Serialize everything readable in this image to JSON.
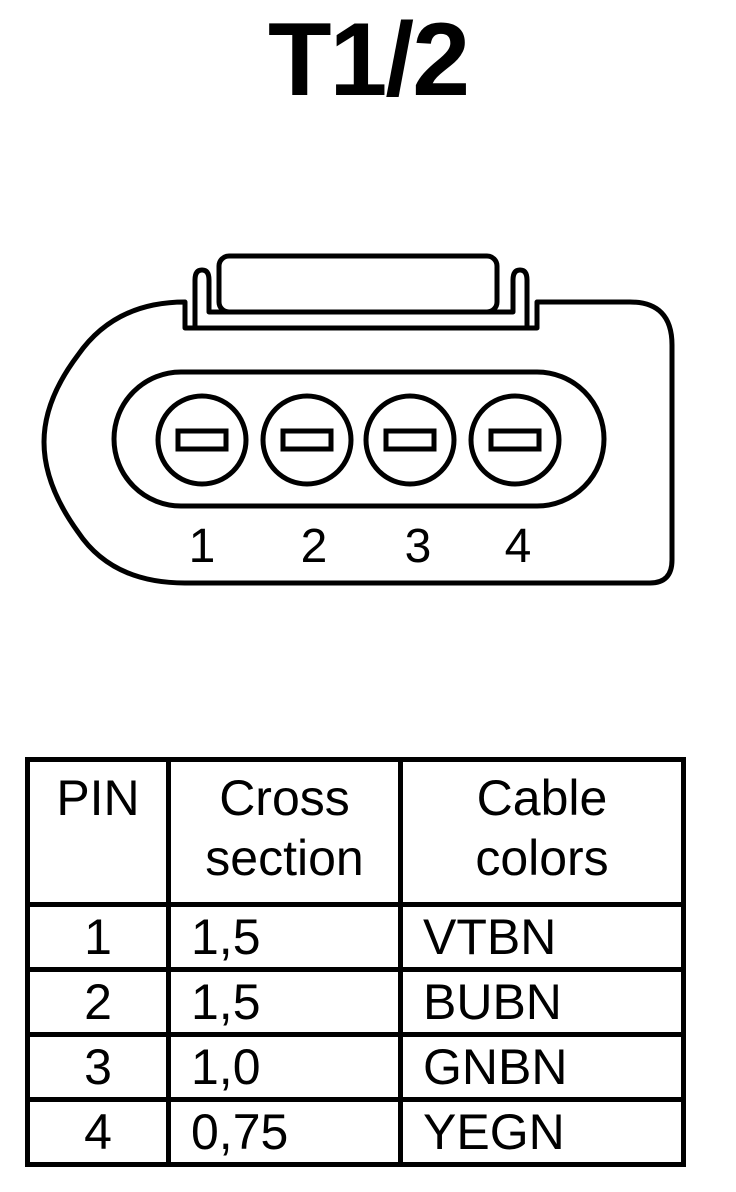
{
  "title": "T1/2",
  "connector": {
    "pin_labels": [
      "1",
      "2",
      "3",
      "4"
    ]
  },
  "table": {
    "headers": {
      "pin": [
        "PIN"
      ],
      "cross_section": [
        "Cross",
        "section"
      ],
      "cable_colors": [
        "Cable",
        "colors"
      ]
    },
    "rows": [
      {
        "pin": "1",
        "cross_section": "1,5",
        "cable_colors": "VTBN"
      },
      {
        "pin": "2",
        "cross_section": "1,5",
        "cable_colors": "BUBN"
      },
      {
        "pin": "3",
        "cross_section": "1,0",
        "cable_colors": "GNBN"
      },
      {
        "pin": "4",
        "cross_section": "0,75",
        "cable_colors": "YEGN"
      }
    ]
  }
}
